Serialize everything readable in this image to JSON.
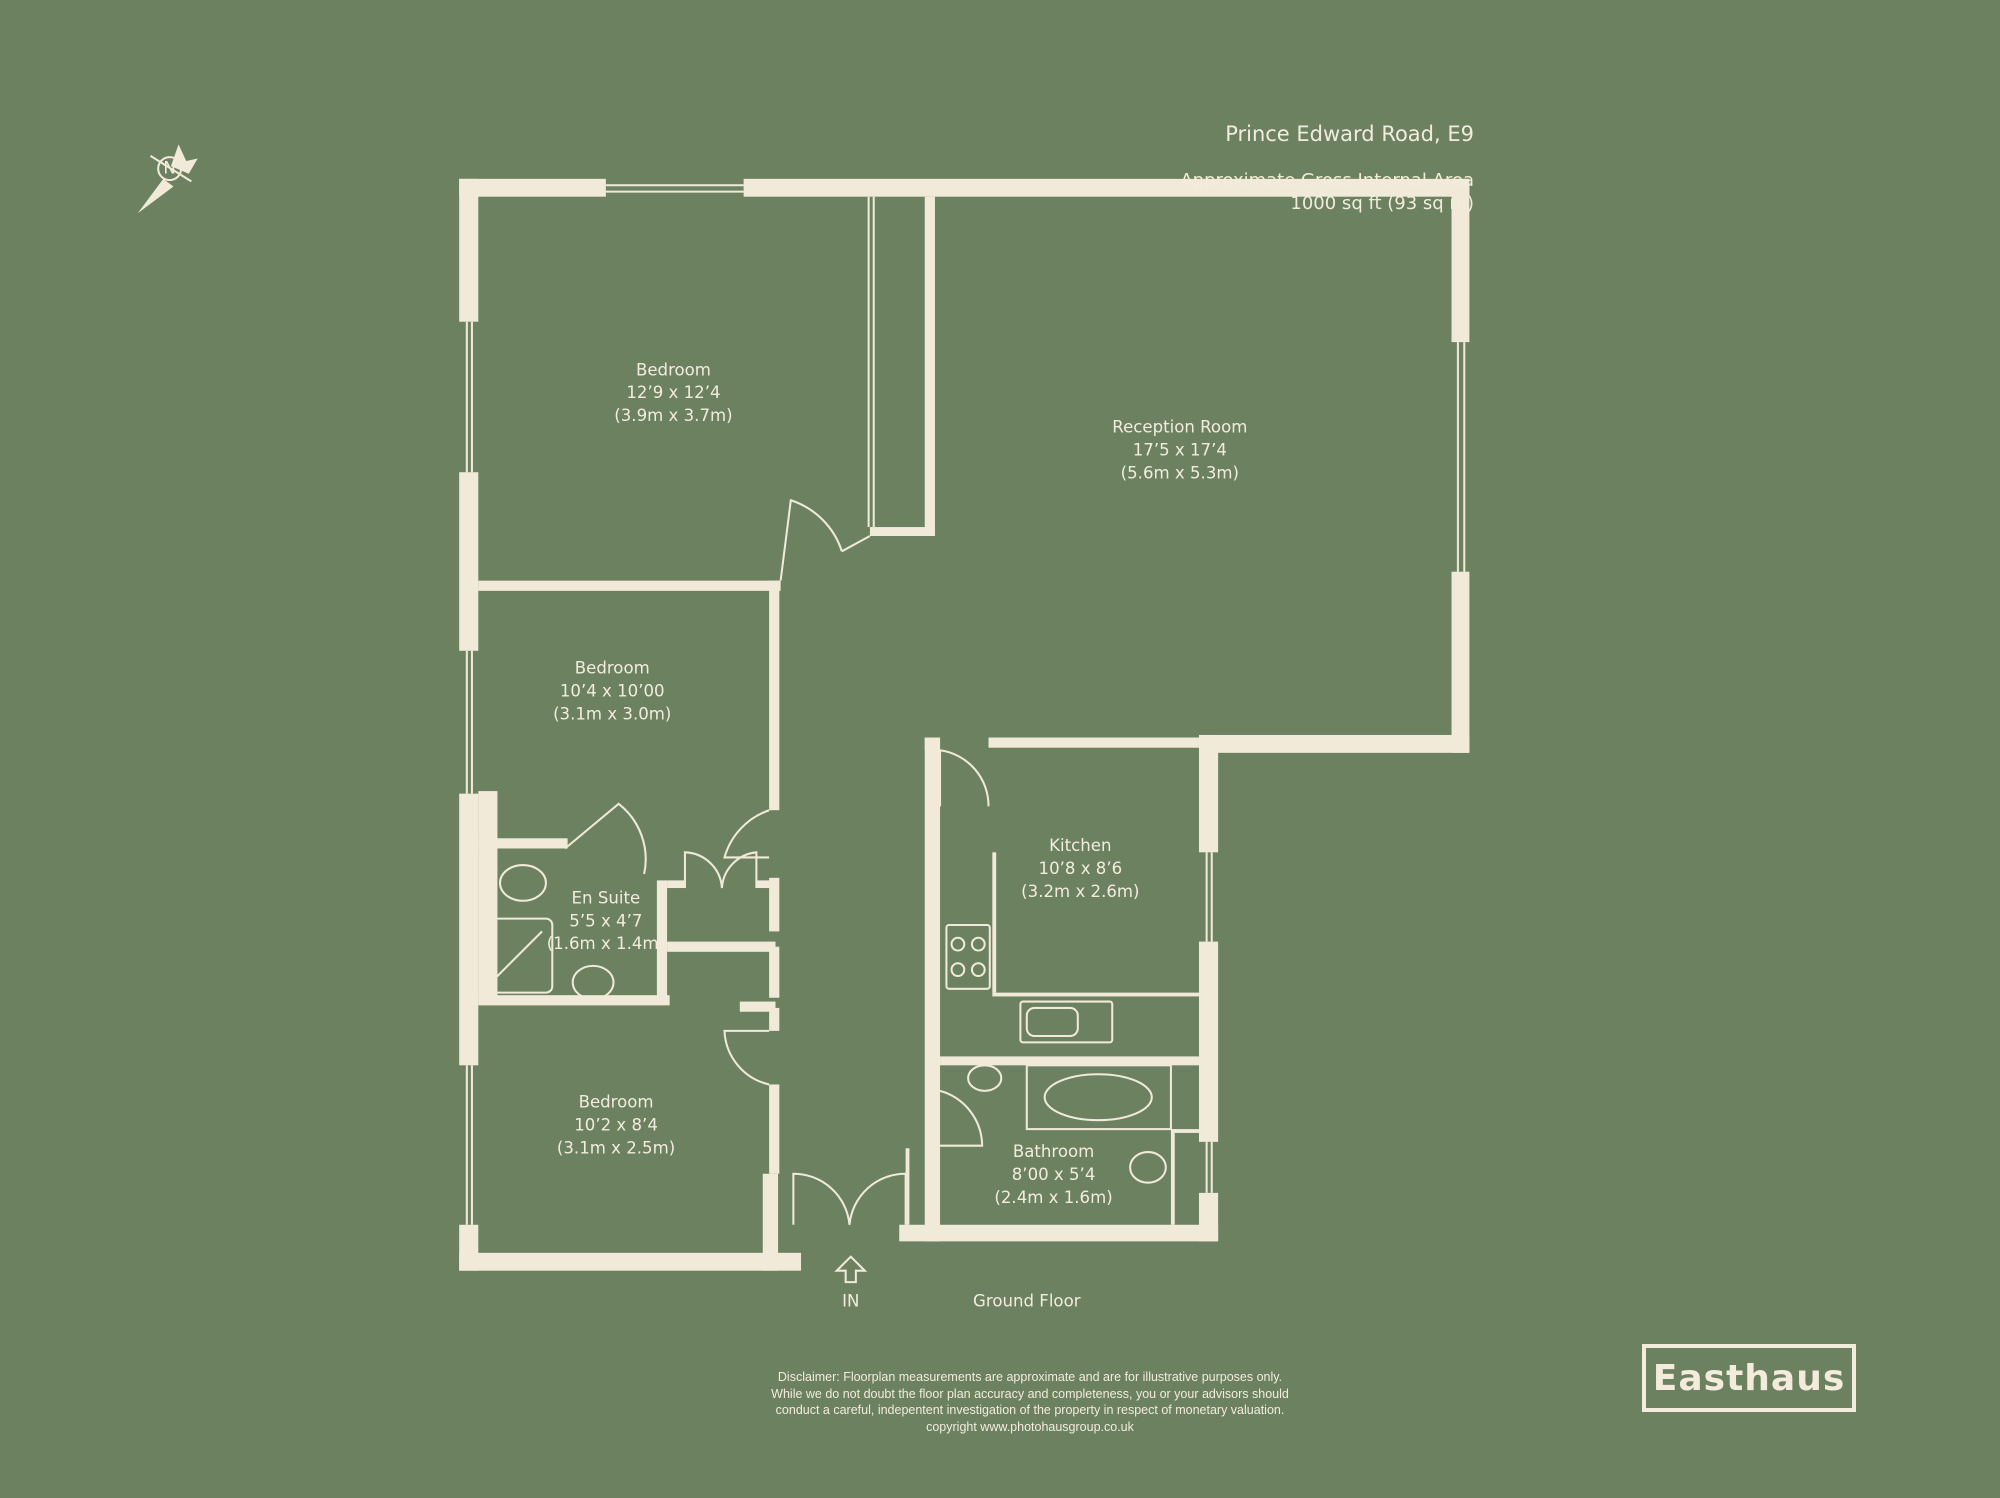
{
  "header": {
    "title": "Prince Edward Road, E9",
    "area_label": "Approximate Gross Internal Area",
    "area_value": "1000 sq ft (93 sq m)"
  },
  "rooms": [
    {
      "name": "Bedroom",
      "imperial": "12’9 x 12’4",
      "metric": "(3.9m x 3.7m)"
    },
    {
      "name": "Reception Room",
      "imperial": "17’5 x 17’4",
      "metric": "(5.6m x 5.3m)"
    },
    {
      "name": "Bedroom",
      "imperial": "10’4 x 10’00",
      "metric": "(3.1m x 3.0m)"
    },
    {
      "name": "En Suite",
      "imperial": "5’5 x 4’7",
      "metric": "(1.6m x 1.4m)"
    },
    {
      "name": "Kitchen",
      "imperial": "10’8 x 8’6",
      "metric": "(3.2m x 2.6m)"
    },
    {
      "name": "Bedroom",
      "imperial": "10’2 x 8’4",
      "metric": "(3.1m x 2.5m)"
    },
    {
      "name": "Bathroom",
      "imperial": "8’00 x 5’4",
      "metric": "(2.4m x 1.6m)"
    }
  ],
  "entrance_label": "IN",
  "floor_label": "Ground Floor",
  "compass": {
    "icon": "north-compass-icon",
    "letter": "N"
  },
  "disclaimer": [
    "Disclaimer: Floorplan measurements are approximate and are for illustrative purposes only.",
    "While we do not doubt the floor plan accuracy and completeness, you or your advisors should",
    "conduct a careful, indepentent investigation of the property in respect of monetary valuation.",
    "copyright www.photohausgroup.co.uk"
  ],
  "logo": "Easthaus",
  "colors": {
    "background": "#6b8160",
    "walls": "#f1ead9"
  }
}
